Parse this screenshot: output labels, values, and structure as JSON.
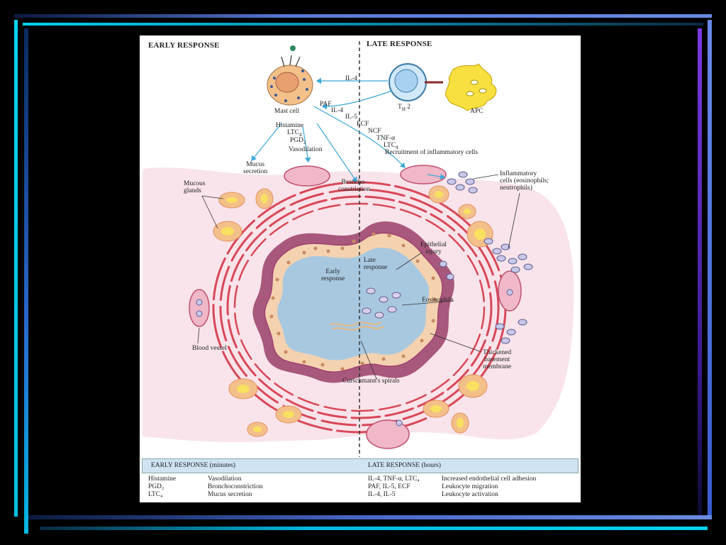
{
  "headers": {
    "early": "EARLY RESPONSE",
    "late": "LATE RESPONSE"
  },
  "cells": {
    "mast_cell": "Mast cell",
    "th2": "T",
    "th2_sub": "H",
    "th2_num": " 2",
    "apc": "APC"
  },
  "mediators": {
    "il4_top": "IL-4",
    "paf": "PAF",
    "il4": "IL-4",
    "il5": "IL-5",
    "ecf": "ECF",
    "ncf": "NCF",
    "tnf": "TNF-α",
    "ltc4_right": "LTC",
    "ltc4_right_sub": "4",
    "histamine": "Histamine",
    "ltc4": "LTC",
    "ltc4_sub": "4",
    "pgd2": "PGD",
    "pgd2_sub": "2",
    "vasodilation": "Vasodilation",
    "recruitment": "Recruitment of inflammatory cells"
  },
  "labels": {
    "mucus_secretion": [
      "Mucus",
      "secretion"
    ],
    "bronchoconstriction": [
      "Broncho-",
      "constriction"
    ],
    "mucous_glands": [
      "Mucous",
      "glands"
    ],
    "inflammatory_cells": [
      "Inflammatory",
      "cells (eosinophils;",
      "neutrophils)"
    ],
    "epithelial_injury": [
      "Epithelial",
      "injury"
    ],
    "late_response": [
      "Late",
      "response"
    ],
    "early_response": [
      "Early",
      "response"
    ],
    "eosinophils": "Eosinophils",
    "blood_vessel": "Blood vessel",
    "thickened_membrane": [
      "Thickened",
      "basement",
      "membrane"
    ],
    "curschmann": "Curschmann's spirals"
  },
  "table": {
    "early_header": "EARLY RESPONSE (minutes)",
    "late_header": "LATE RESPONSE (hours)",
    "early_rows": [
      {
        "mediator": "Histamine",
        "effect": "Vasodilation"
      },
      {
        "mediator": "PGD₂",
        "effect": "Bronchoconstriction"
      },
      {
        "mediator": "LTC₄",
        "effect": "Mucus secretion"
      }
    ],
    "late_rows": [
      {
        "mediator": "IL-4, TNF-α, LTC₄",
        "effect": "Increased endothelial cell adhesion"
      },
      {
        "mediator": "PAF, IL-5, ECF",
        "effect": "Leukocyte migration"
      },
      {
        "mediator": "IL-4, IL-5",
        "effect": "Leukocyte activation"
      }
    ]
  },
  "colors": {
    "frame_cyan": "#00c8e6",
    "frame_blue": "#5a78d8",
    "frame_purple": "#6a3ad8",
    "tissue_pink": "#f8e4ea",
    "muscle_red": "#d84858",
    "lumen_blue": "#a8c8e0",
    "membrane_maroon": "#9a4068",
    "gland_orange": "#f4c08a",
    "arrow_cyan": "#3aa8d8"
  }
}
